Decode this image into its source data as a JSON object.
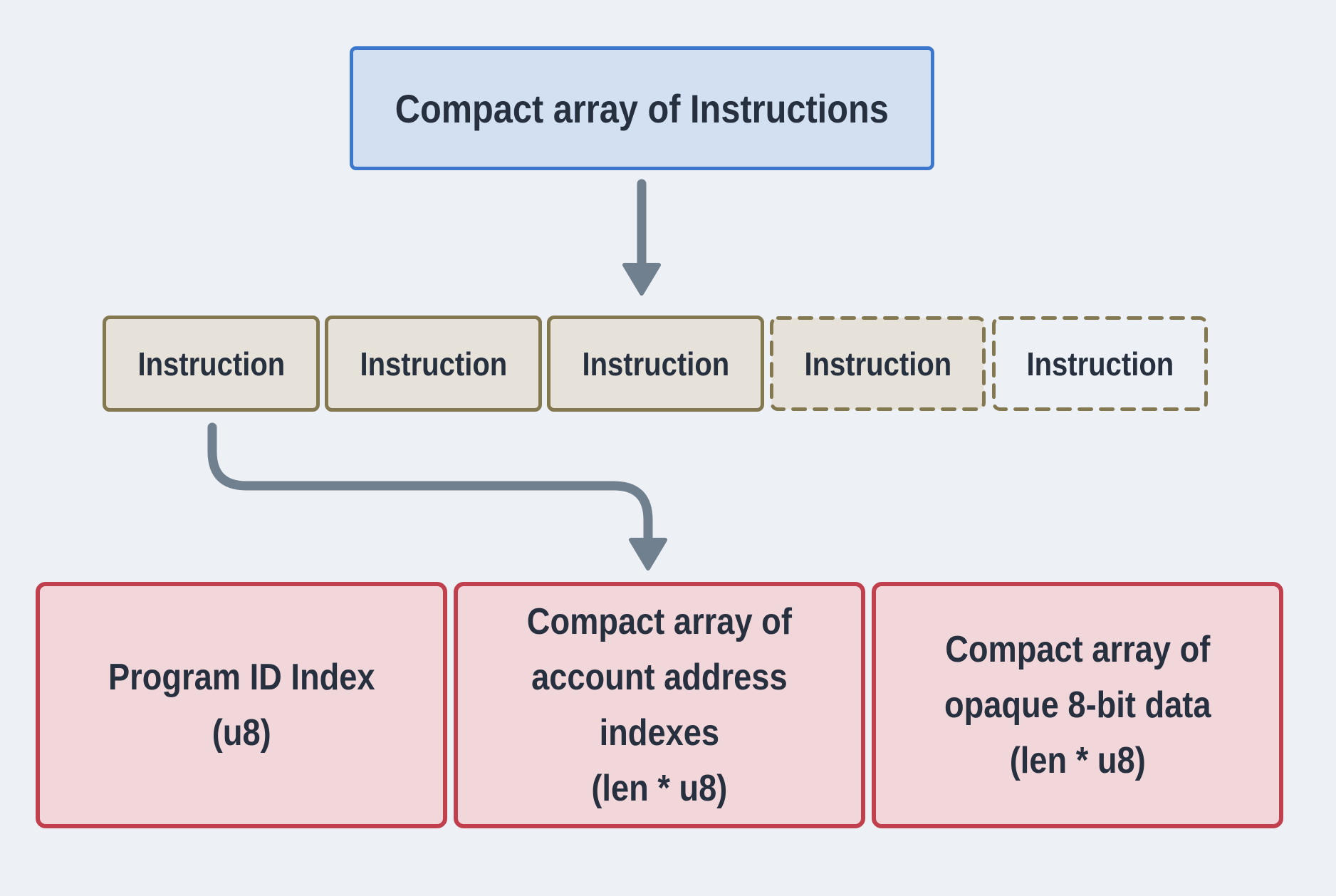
{
  "diagram": {
    "title_box": {
      "label": "Compact array of Instructions"
    },
    "instruction_row": {
      "boxes": [
        {
          "label": "Instruction",
          "variant": "solid"
        },
        {
          "label": "Instruction",
          "variant": "solid"
        },
        {
          "label": "Instruction",
          "variant": "solid"
        },
        {
          "label": "Instruction",
          "variant": "dashed-filled"
        },
        {
          "label": "Instruction",
          "variant": "dashed-empty"
        }
      ]
    },
    "field_row": {
      "boxes": [
        {
          "label": "Program ID Index\n(u8)"
        },
        {
          "label": "Compact array of\naccount address\nindexes\n(len * u8)"
        },
        {
          "label": "Compact array of\nopaque 8-bit data\n(len * u8)"
        }
      ]
    },
    "colors": {
      "background": "#edf0f4",
      "title_box_fill": "#d2e0f2",
      "title_box_border": "#3e78cc",
      "instruction_fill": "#e7e2d9",
      "instruction_border": "#847850",
      "field_fill": "#f2d7da",
      "field_border": "#c0404d",
      "arrow": "#71808e",
      "text": "#27303f"
    }
  }
}
